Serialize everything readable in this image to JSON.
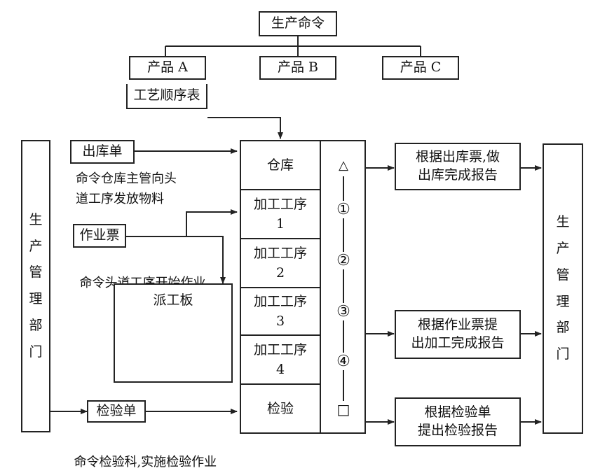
{
  "top": {
    "command": "生产命令"
  },
  "products": [
    "产品 A",
    "产品 B",
    "产品 C"
  ],
  "process_sheet": "工艺顺序表",
  "left_dept": [
    "生",
    "产",
    "管",
    "理",
    "部",
    "门"
  ],
  "right_dept": [
    "生",
    "产",
    "管",
    "理",
    "部",
    "门"
  ],
  "inputs": {
    "issue_slip": "出库单",
    "issue_note_1": "命令仓库主管向头",
    "issue_note_2": "道工序发放物料",
    "work_ticket": "作业票",
    "work_note": "命令头道工序开始作业",
    "dispatch_board": "派工板",
    "inspection_slip": "检验单",
    "inspection_note": "命令检验科,实施检验作业"
  },
  "stages": [
    {
      "line1": "仓库",
      "line2": ""
    },
    {
      "line1": "加工工序",
      "line2": "1"
    },
    {
      "line1": "加工工序",
      "line2": "2"
    },
    {
      "line1": "加工工序",
      "line2": "3"
    },
    {
      "line1": "加工工序",
      "line2": "4"
    },
    {
      "line1": "检验",
      "line2": ""
    }
  ],
  "flow_markers": [
    "△",
    "①",
    "②",
    "③",
    "④",
    "□"
  ],
  "reports": [
    {
      "line1": "根据出库票,做",
      "line2": "出库完成报告"
    },
    {
      "line1": "根据作业票提",
      "line2": "出加工完成报告"
    },
    {
      "line1": "根据检验单",
      "line2": "提出检验报告"
    }
  ]
}
